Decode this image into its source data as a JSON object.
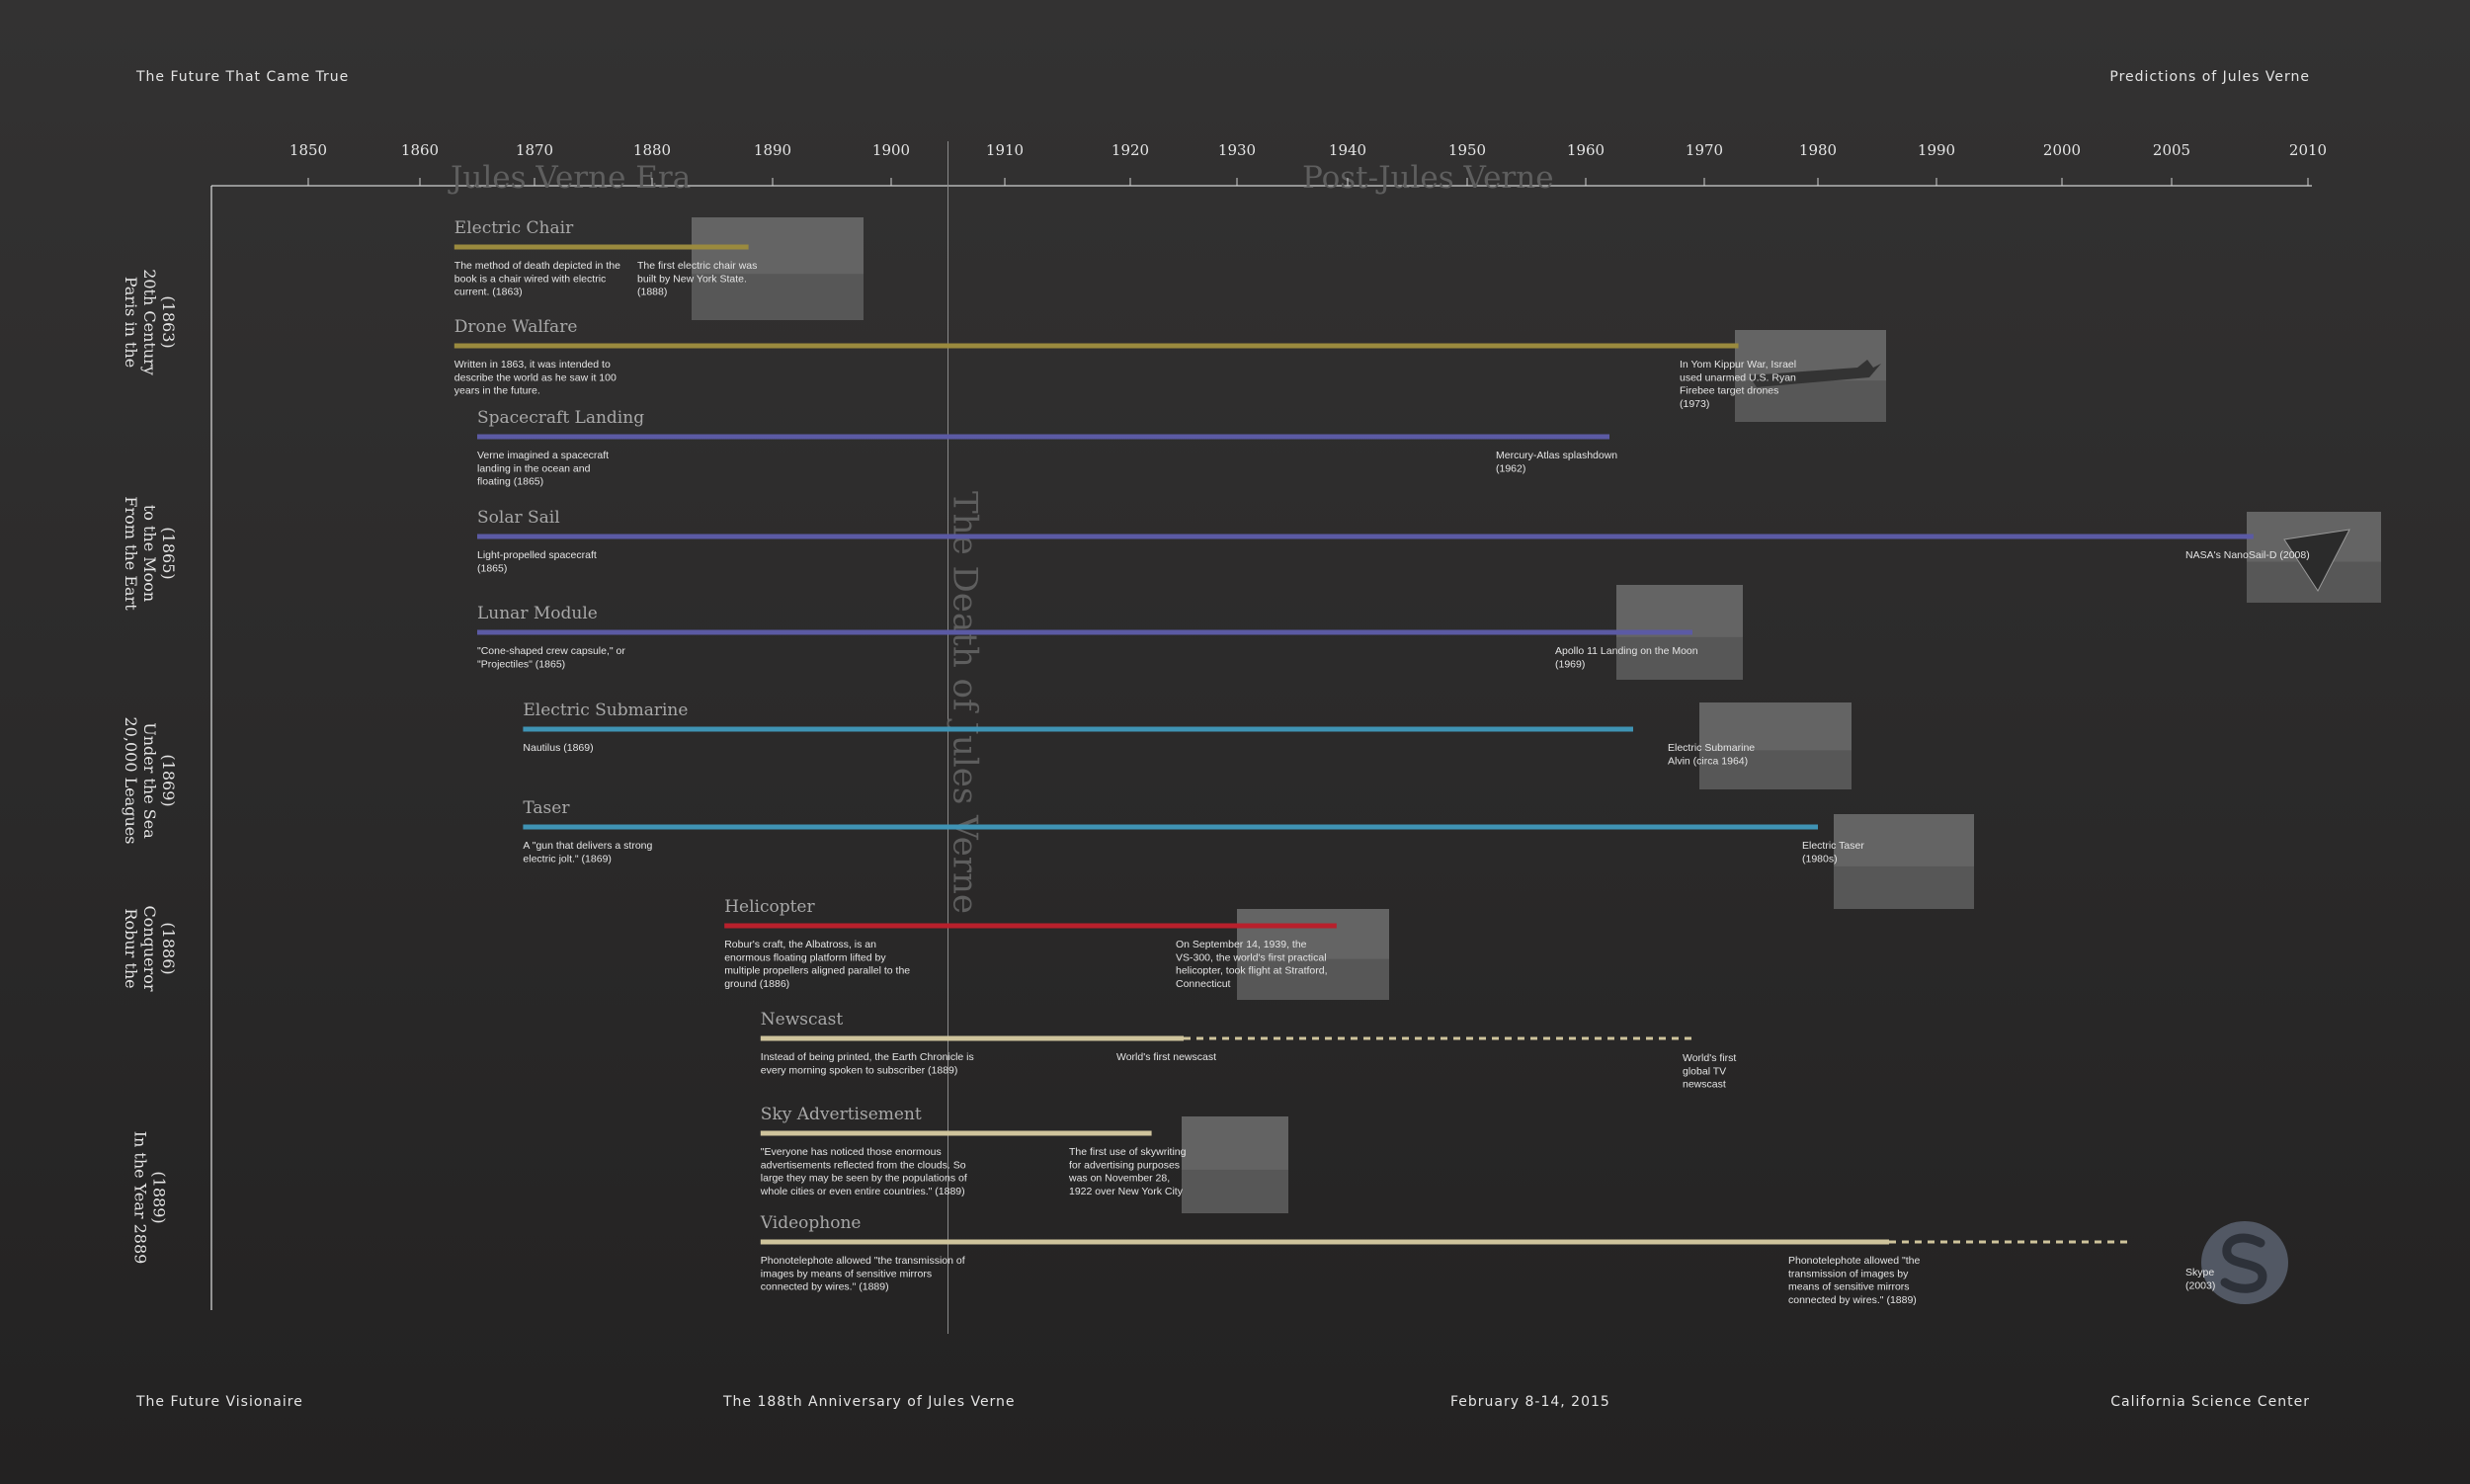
{
  "header": {
    "left_title": "The Future That Came True",
    "right_title": "Predictions of Jules Verne"
  },
  "footer": {
    "item1": "The Future Visionaire",
    "item2": "The 188th Anniversary of Jules Verne",
    "item3": "February 8-14, 2015",
    "item4": "California Science Center"
  },
  "colors": {
    "background": "#2e2d2d",
    "text": "#e4e4e4",
    "axis": "#d0d0d0",
    "watermark": "#5e5e5e",
    "olive": "#9a8a3e",
    "indigo": "#5b5aa4",
    "teal": "#3f93b4",
    "crimson": "#b8202c",
    "cream": "#cfc49c"
  },
  "chart_data": {
    "type": "timeline",
    "x_ticks": [
      1850,
      1860,
      1870,
      1880,
      1890,
      1900,
      1910,
      1920,
      1930,
      1940,
      1950,
      1960,
      1970,
      1980,
      1990,
      2000,
      2005,
      2010
    ],
    "tick_positions": [
      [
        1850,
        312
      ],
      [
        1860,
        425
      ],
      [
        1870,
        541
      ],
      [
        1880,
        660
      ],
      [
        1890,
        782
      ],
      [
        1900,
        902
      ],
      [
        1910,
        1017
      ],
      [
        1920,
        1144
      ],
      [
        1930,
        1252
      ],
      [
        1940,
        1364
      ],
      [
        1950,
        1485
      ],
      [
        1960,
        1605
      ],
      [
        1970,
        1725
      ],
      [
        1980,
        1840
      ],
      [
        1990,
        1960
      ],
      [
        2000,
        2087
      ],
      [
        2005,
        2198
      ],
      [
        2010,
        2336
      ]
    ],
    "eras": {
      "pre": "Jules Verne Era",
      "post": "Post-Jules Verne",
      "divider_label": "The Death of Jules Verne",
      "divider_year": 1905
    },
    "books": [
      {
        "title": "Paris in the 20th Century (1863)",
        "lines": [
          "Paris in the",
          "20th Century",
          "(1863)"
        ]
      },
      {
        "title": "From the Earth to the Moon (1865)",
        "lines": [
          "From the Eart",
          "to the Moon",
          "(1865)"
        ]
      },
      {
        "title": "20,000 Leagues Under the Sea (1869)",
        "lines": [
          "20,000 Leagues",
          "Under the Sea",
          "(1869)"
        ]
      },
      {
        "title": "Robur the Conqueror (1886)",
        "lines": [
          "Robur the",
          "Conqueror",
          "(1886)"
        ]
      },
      {
        "title": "In the Year 2889 (1889)",
        "lines": [
          "In the Year 2889",
          "(1889)"
        ]
      }
    ],
    "series": [
      {
        "name": "Electric Chair",
        "book": 0,
        "color": "olive",
        "start": 1863,
        "end": 1888,
        "predicted_note": [
          "The method of death depicted in the",
          "book is a chair wired with electric",
          "current. (1863)"
        ],
        "realized_note": [
          "The first electric chair was",
          "built by New York State.",
          "(1888)"
        ],
        "photo": "electric-chair-photo"
      },
      {
        "name": "Drone Walfare",
        "book": 0,
        "color": "olive",
        "start": 1863,
        "end": 1973,
        "predicted_note": [
          "Written in 1863, it was intended to",
          "describe the world as he saw it 100",
          "years in the future."
        ],
        "realized_note": [
          "In Yom Kippur War, Israel",
          "used unarmed U.S. Ryan",
          "Firebee target drones",
          "(1973)"
        ],
        "photo": "drone-photo"
      },
      {
        "name": "Spacecraft Landing",
        "book": 1,
        "color": "indigo",
        "start": 1865,
        "end": 1962,
        "predicted_note": [
          "Verne imagined a spacecraft",
          "landing in the ocean and",
          "floating (1865)"
        ],
        "realized_note": [
          "Mercury-Atlas splashdown",
          "(1962)"
        ],
        "photo": ""
      },
      {
        "name": "Solar Sail",
        "book": 1,
        "color": "indigo",
        "start": 1865,
        "end": 2008,
        "predicted_note": [
          "Light-propelled spacecraft",
          "(1865)"
        ],
        "realized_note": [
          "NASA's NanoSail-D (2008)"
        ],
        "photo": "solar-sail-photo"
      },
      {
        "name": "Lunar Module",
        "book": 1,
        "color": "indigo",
        "start": 1865,
        "end": 1969,
        "predicted_note": [
          "\"Cone-shaped crew capsule,\" or",
          "\"Projectiles\" (1865)"
        ],
        "realized_note": [
          "Apollo 11 Landing on the Moon",
          "(1969)"
        ],
        "photo": "moon-landing-photo"
      },
      {
        "name": "Electric Submarine",
        "book": 2,
        "color": "teal",
        "start": 1869,
        "end": 1964,
        "predicted_note": [
          "Nautilus (1869)"
        ],
        "realized_note": [
          "Electric Submarine",
          "Alvin (circa 1964)"
        ],
        "photo": "submarine-photo"
      },
      {
        "name": "Taser",
        "book": 2,
        "color": "teal",
        "start": 1869,
        "end": 1980,
        "predicted_note": [
          "A \"gun that delivers a strong",
          "electric jolt.\" (1869)"
        ],
        "realized_note": [
          "Electric Taser",
          "(1980s)"
        ],
        "photo": "taser-photo"
      },
      {
        "name": "Helicopter",
        "book": 3,
        "color": "crimson",
        "start": 1886,
        "end": 1939,
        "predicted_note": [
          "Robur's craft, the Albatross, is an",
          "enormous floating platform lifted by",
          "multiple propellers aligned parallel to the",
          "ground (1886)"
        ],
        "realized_note": [
          "On September 14, 1939, the",
          "VS-300, the world's first practical",
          "helicopter, took flight at Stratford,",
          "Connecticut"
        ],
        "photo": "helicopter-photo"
      },
      {
        "name": "Newscast",
        "book": 4,
        "color": "cream",
        "start": 1889,
        "end": 1925,
        "dashed_to": 1969,
        "predicted_note": [
          "Instead of being printed, the Earth Chronicle is",
          "every morning spoken to subscriber (1889)"
        ],
        "realized_note": [
          "World's first newscast"
        ],
        "extra_note": [
          "World's first",
          "global TV",
          "newscast"
        ],
        "photo": ""
      },
      {
        "name": "Sky Advertisement",
        "book": 4,
        "color": "cream",
        "start": 1889,
        "end": 1922,
        "predicted_note": [
          "\"Everyone has noticed those enormous",
          "advertisements reflected from the clouds. So",
          "large they may be seen by the populations of",
          "whole cities or even entire countries.\" (1889)"
        ],
        "realized_note": [
          "The first use of skywriting",
          "for advertising purposes",
          "was on November 28,",
          "1922 over New York City"
        ],
        "photo": "skywriting-photo"
      },
      {
        "name": "Videophone",
        "book": 4,
        "color": "cream",
        "start": 1889,
        "end": 1986,
        "dashed_to": 2003,
        "predicted_note": [
          "Phonotelephote allowed \"the transmission of",
          "images by means of sensitive mirrors",
          "connected by wires.\" (1889)"
        ],
        "realized_note": [
          "Phonotelephote allowed \"the",
          "transmission of images by",
          "means of sensitive mirrors",
          "connected by wires.\" (1889)"
        ],
        "extra_note": [
          "Skype",
          "(2003)"
        ],
        "photo": "skype-logo"
      }
    ]
  }
}
